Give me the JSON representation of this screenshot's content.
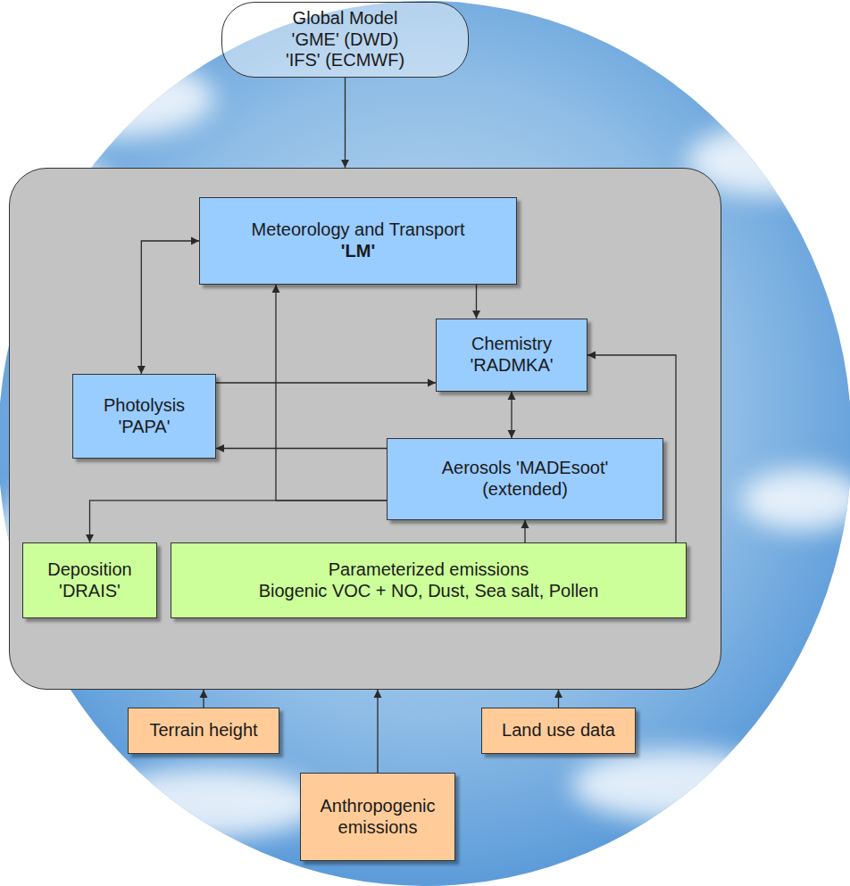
{
  "diagram": {
    "nodes": [
      {
        "text": [
          "Global Model 'GME' (DWD) 'IFS' (ECMWF)"
        ]
      },
      {
        "text": []
      },
      {
        "text": [
          "Meteorology and Transport",
          "'LM'"
        ],
        "in": 1
      },
      {
        "text": [
          "Chemistry 'RADMKA'"
        ],
        "in": 1
      },
      {
        "text": [
          "Photolysis 'PAPA'"
        ],
        "in": 1
      },
      {
        "text": [
          "Aerosols 'MADEsoot' (extended)"
        ],
        "in": 1
      },
      {
        "text": [
          "Deposition 'DRAIS'"
        ],
        "in": 1
      },
      {
        "text": [
          "Parameterized emissions",
          "Biogenic VOC + NO, Dust, Sea salt, Pollen"
        ],
        "in": 1
      },
      {
        "text": [
          "Terrain height"
        ]
      },
      {
        "text": [
          "Land use data"
        ]
      },
      {
        "text": [
          "Anthropogenic emissions"
        ]
      }
    ],
    "edges": [
      {
        "from": 0,
        "to": 1,
        "arrow": "to"
      },
      {
        "from": 4,
        "to": 2,
        "arrow": "both"
      },
      {
        "from": 2,
        "to": 3,
        "arrow": "to"
      },
      {
        "from": 4,
        "to": 3,
        "arrow": "to"
      },
      {
        "from": 5,
        "to": 3,
        "arrow": "both"
      },
      {
        "from": 5,
        "to": 4,
        "arrow": "to"
      },
      {
        "from": 5,
        "to": 6,
        "arrow": "to"
      },
      {
        "from": 5,
        "to": 2,
        "arrow": "to"
      },
      {
        "from": 7,
        "to": 5,
        "arrow": "to"
      },
      {
        "from": 7,
        "to": 3,
        "arrow": "to"
      },
      {
        "from": 8,
        "to": 1,
        "arrow": "to"
      },
      {
        "from": 9,
        "to": 1,
        "arrow": "to"
      },
      {
        "from": 10,
        "to": 1,
        "arrow": "to"
      }
    ]
  }
}
